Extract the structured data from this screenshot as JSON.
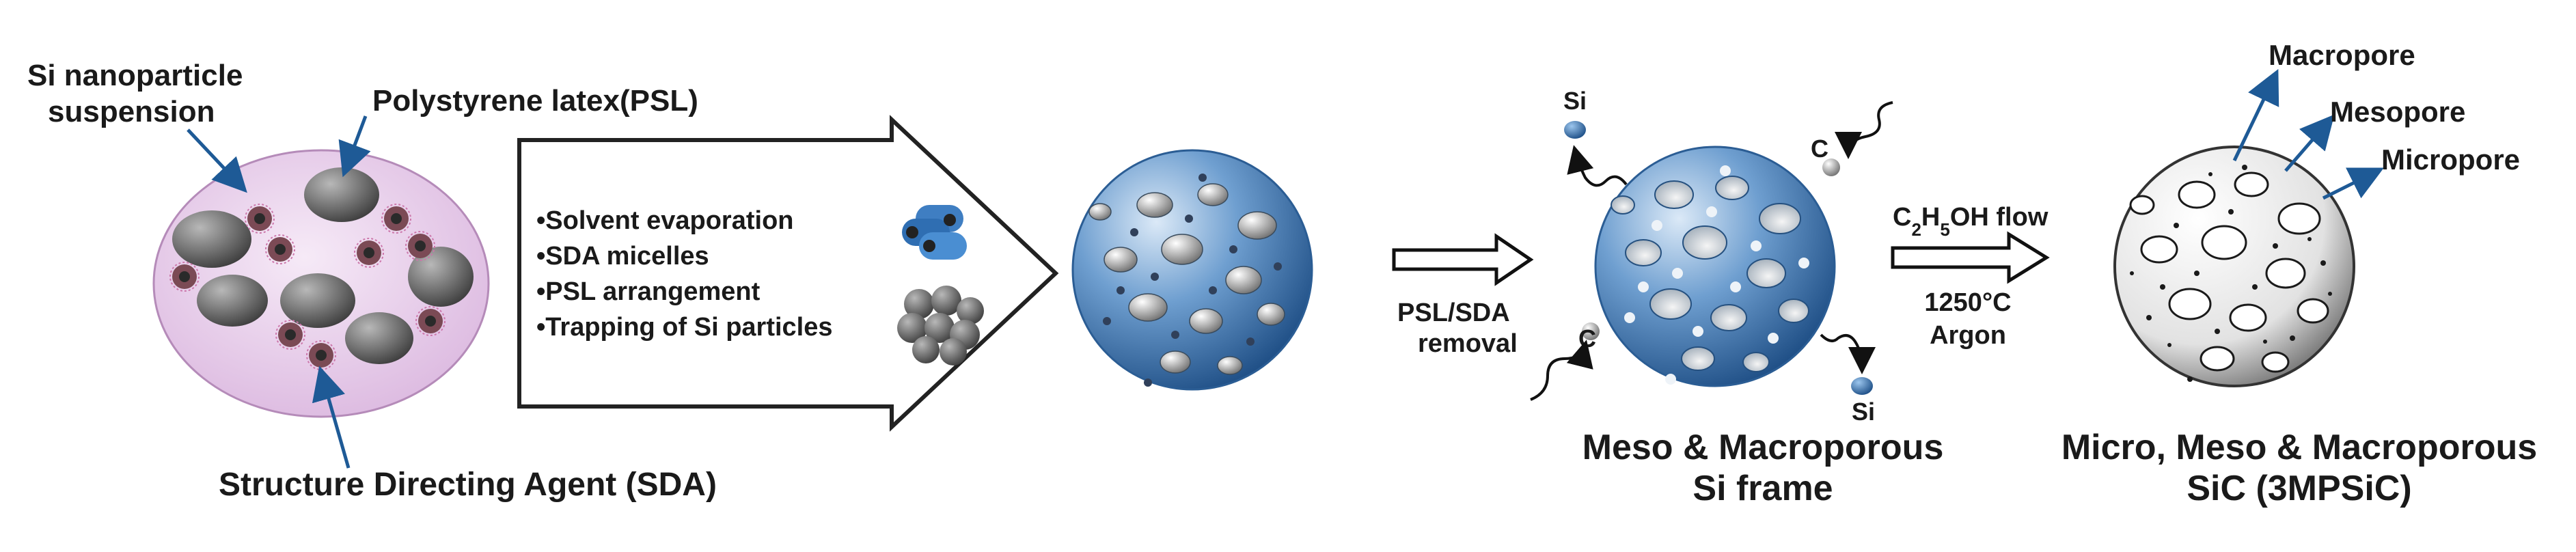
{
  "left_panel": {
    "si_label_line1": "Si nanoparticle",
    "si_label_line2": "suspension",
    "psl_label": "Polystyrene latex(PSL)",
    "sda_label": "Structure Directing Agent (SDA)"
  },
  "big_arrow": {
    "steps": [
      "•Solvent evaporation",
      "•SDA micelles",
      "•PSL arrangement",
      "•Trapping of Si particles"
    ]
  },
  "step2": {
    "arrow_label_line1": "PSL/SDA",
    "arrow_label_line2": "removal",
    "si_top": "Si",
    "c_top": "C",
    "c_bottom": "C",
    "si_bottom": "Si",
    "title_line1": "Meso & Macroporous",
    "title_line2": "Si frame"
  },
  "step3": {
    "flow_prefix": "C",
    "flow_sub1": "2",
    "flow_mid": "H",
    "flow_sub2": "5",
    "flow_suffix": "OH flow",
    "temperature": "1250°C",
    "atmosphere": "Argon",
    "macropore": "Macropore",
    "mesopore": "Mesopore",
    "micropore": "Micropore",
    "title_line1": "Micro, Meso & Macroporous",
    "title_line2": "SiC (3MPSiC)"
  },
  "colors": {
    "blue_sphere": "#4f86bd",
    "ellipse_fill": "#ecd6ee",
    "arrow_blue": "#1e5a96"
  }
}
